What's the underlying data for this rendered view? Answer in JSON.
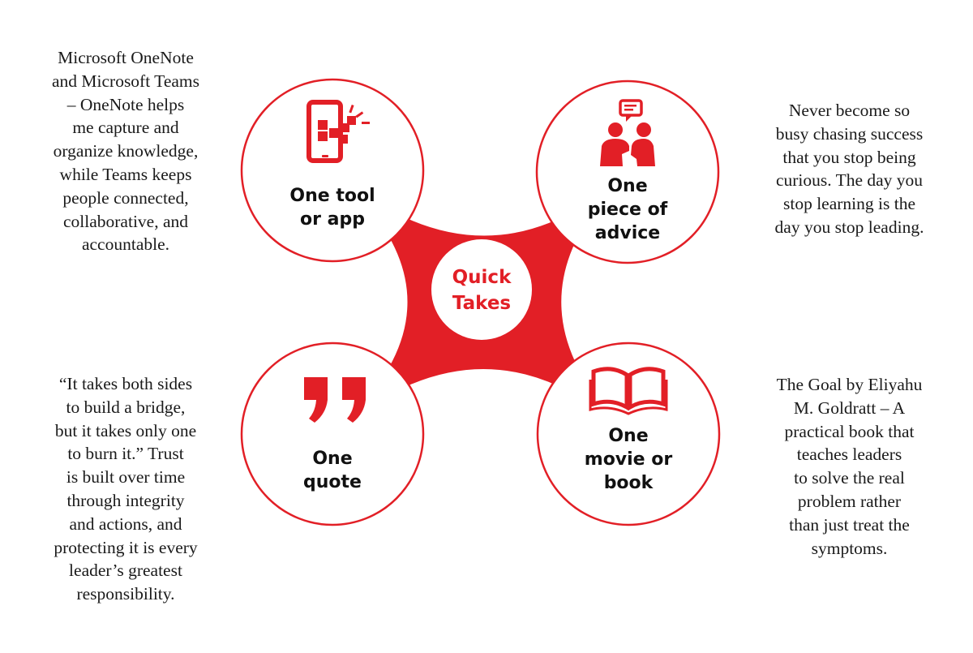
{
  "colors": {
    "accent": "#e21f26",
    "text": "#1a1a1a",
    "background": "#ffffff"
  },
  "center": {
    "lines": [
      "Quick",
      "Takes"
    ]
  },
  "nodes": [
    {
      "id": "tool",
      "icon": "tablet-app-icon",
      "label_lines": [
        "One tool",
        "or app"
      ]
    },
    {
      "id": "advice",
      "icon": "people-conversation-icon",
      "label_lines": [
        "One",
        "piece of",
        "advice"
      ]
    },
    {
      "id": "quote",
      "icon": "quote-marks-icon",
      "label_lines": [
        "One",
        "quote"
      ]
    },
    {
      "id": "book",
      "icon": "open-book-icon",
      "label_lines": [
        "One",
        "movie or",
        "book"
      ]
    }
  ],
  "texts": {
    "tool": [
      "Microsoft OneNote",
      "and Microsoft Teams",
      "– OneNote helps",
      "me capture and",
      "organize knowledge,",
      "while Teams keeps",
      "people connected,",
      "collaborative, and",
      "accountable."
    ],
    "advice": [
      "Never become so",
      "busy chasing success",
      "that you stop being",
      "curious. The day you",
      "stop learning is the",
      "day you stop leading."
    ],
    "quote": [
      "“It takes both sides",
      "to build a bridge,",
      "but it takes only one",
      "to burn it.” Trust",
      "is built over time",
      "through integrity",
      "and actions, and",
      "protecting it is every",
      "leader’s greatest",
      "responsibility."
    ],
    "book": [
      "The Goal by Eliyahu",
      "M. Goldratt – A",
      "practical book that",
      "teaches leaders",
      "to solve the real",
      "problem rather",
      "than just treat the",
      "symptoms."
    ]
  }
}
